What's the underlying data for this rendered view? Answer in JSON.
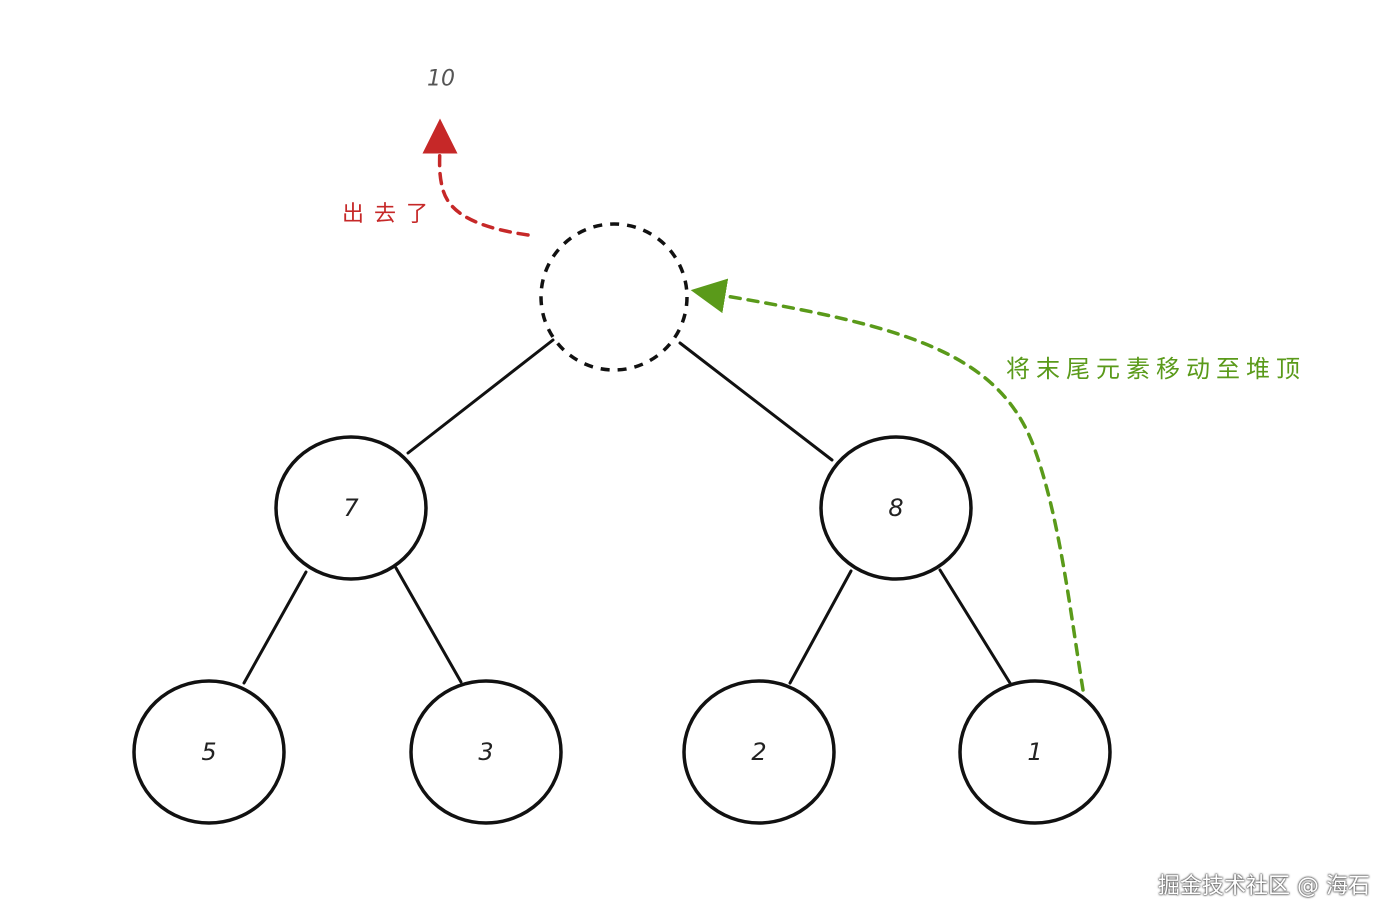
{
  "diagram": {
    "popped_value": "10",
    "popped_annotation": "出去了",
    "move_annotation": "将末尾元素移动至堆顶",
    "nodes": [
      {
        "id": "root",
        "label": ""
      },
      {
        "id": "n7",
        "label": "7"
      },
      {
        "id": "n8",
        "label": "8"
      },
      {
        "id": "n5",
        "label": "5"
      },
      {
        "id": "n3",
        "label": "3"
      },
      {
        "id": "n2",
        "label": "2"
      },
      {
        "id": "n1",
        "label": "1"
      }
    ],
    "colors": {
      "popped_arrow": "#c62828",
      "move_arrow": "#5a9a1a",
      "outline": "#111111"
    }
  },
  "watermark": "掘金技术社区 @ 海石"
}
